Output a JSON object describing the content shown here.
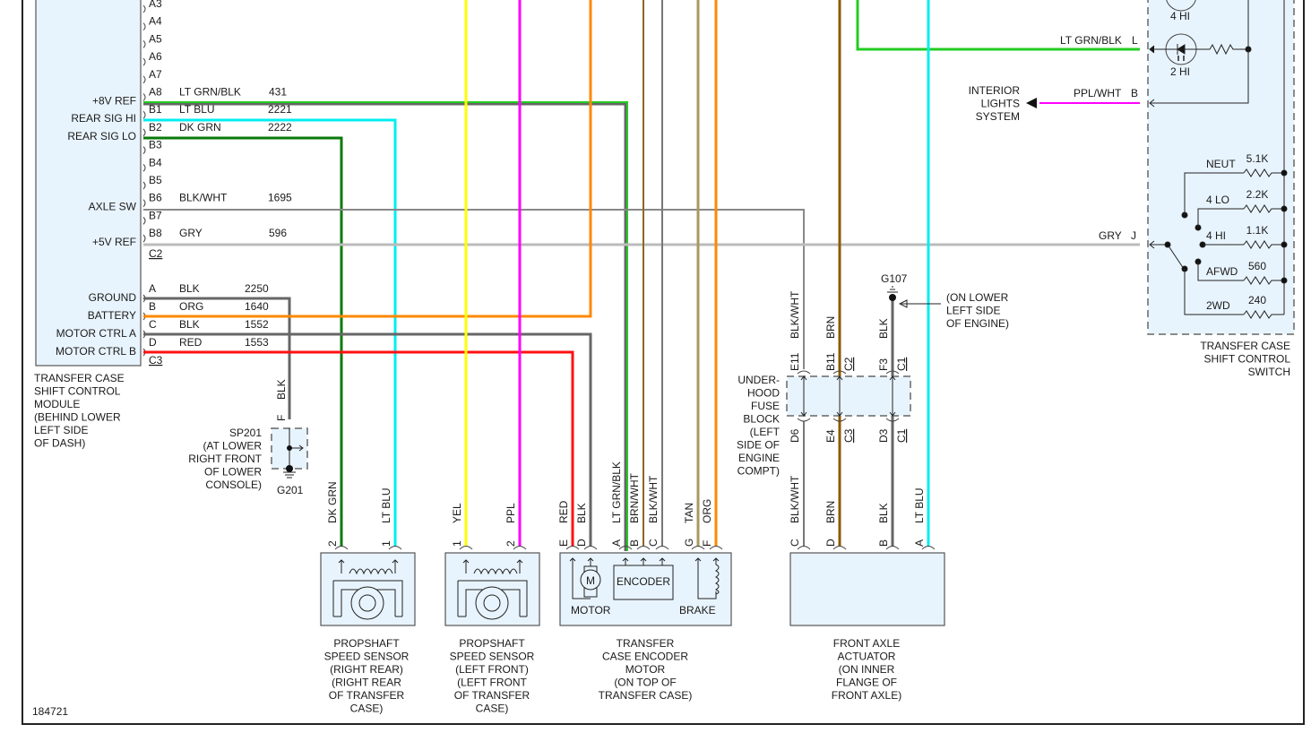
{
  "diagram_id": "184721",
  "colors": {
    "lt_grn": "#22cc22",
    "dk_grn": "#0a7a0a",
    "lt_blu": "#00eeee",
    "blk": "#666666",
    "gry": "#bbbbbb",
    "org": "#ff8800",
    "red": "#ff1111",
    "yel": "#ffff00",
    "ppl": "#ff00ff",
    "brn": "#8a5a00",
    "tan": "#a89860",
    "component_fill": "#e8f4fd"
  },
  "module": {
    "title": [
      "TRANSFER CASE",
      "SHIFT CONTROL",
      "MODULE",
      "(BEHIND LOWER",
      "LEFT SIDE",
      "OF DASH)"
    ],
    "connector_c2_label": "C2",
    "connector_c3_label": "C3",
    "pins_c2": [
      {
        "pin": "A3",
        "signal": "",
        "color": "",
        "circuit": ""
      },
      {
        "pin": "A4",
        "signal": "",
        "color": "",
        "circuit": ""
      },
      {
        "pin": "A5",
        "signal": "",
        "color": "",
        "circuit": ""
      },
      {
        "pin": "A6",
        "signal": "",
        "color": "",
        "circuit": ""
      },
      {
        "pin": "A7",
        "signal": "",
        "color": "",
        "circuit": ""
      },
      {
        "pin": "A8",
        "signal": "+8V REF",
        "color": "LT GRN/BLK",
        "circuit": "431"
      },
      {
        "pin": "B1",
        "signal": "REAR SIG HI",
        "color": "LT BLU",
        "circuit": "2221"
      },
      {
        "pin": "B2",
        "signal": "REAR SIG LO",
        "color": "DK GRN",
        "circuit": "2222"
      },
      {
        "pin": "B3",
        "signal": "",
        "color": "",
        "circuit": ""
      },
      {
        "pin": "B4",
        "signal": "",
        "color": "",
        "circuit": ""
      },
      {
        "pin": "B5",
        "signal": "",
        "color": "",
        "circuit": ""
      },
      {
        "pin": "B6",
        "signal": "AXLE SW",
        "color": "BLK/WHT",
        "circuit": "1695"
      },
      {
        "pin": "B7",
        "signal": "",
        "color": "",
        "circuit": ""
      },
      {
        "pin": "B8",
        "signal": "+5V REF",
        "color": "GRY",
        "circuit": "596"
      }
    ],
    "pins_c3": [
      {
        "pin": "A",
        "signal": "GROUND",
        "color": "BLK",
        "circuit": "2250"
      },
      {
        "pin": "B",
        "signal": "BATTERY",
        "color": "ORG",
        "circuit": "1640"
      },
      {
        "pin": "C",
        "signal": "MOTOR CTRL A",
        "color": "BLK",
        "circuit": "1552"
      },
      {
        "pin": "D",
        "signal": "MOTOR CTRL B",
        "color": "RED",
        "circuit": "1553"
      }
    ]
  },
  "splice": {
    "wire_label": "BLK",
    "pin": "F",
    "title": [
      "SP201",
      "(AT LOWER",
      "RIGHT FRONT",
      "OF LOWER",
      "CONSOLE)"
    ],
    "ground": "G201"
  },
  "sensor_rr": {
    "wires": [
      {
        "pin": "2",
        "color": "DK GRN"
      },
      {
        "pin": "1",
        "color": "LT BLU"
      }
    ],
    "title": [
      "PROPSHAFT",
      "SPEED SENSOR",
      "(RIGHT REAR)",
      "(RIGHT REAR",
      "OF TRANSFER",
      "CASE)"
    ]
  },
  "sensor_lf": {
    "wires": [
      {
        "pin": "1",
        "color": "YEL"
      },
      {
        "pin": "2",
        "color": "PPL"
      }
    ],
    "title": [
      "PROPSHAFT",
      "SPEED SENSOR",
      "(LEFT FRONT)",
      "(LEFT FRONT",
      "OF TRANSFER",
      "CASE)"
    ]
  },
  "encoder_motor": {
    "wires": [
      {
        "pin": "E",
        "color": "RED"
      },
      {
        "pin": "D",
        "color": "BLK"
      },
      {
        "pin": "A",
        "color": "LT GRN/BLK"
      },
      {
        "pin": "B",
        "color": "BRN/WHT"
      },
      {
        "pin": "C",
        "color": "BLK/WHT"
      },
      {
        "pin": "G",
        "color": "TAN"
      },
      {
        "pin": "F",
        "color": "ORG"
      }
    ],
    "motor_symbol": "M",
    "motor_label": "MOTOR",
    "encoder_label": "ENCODER",
    "brake_label": "BRAKE",
    "title": [
      "TRANSFER",
      "CASE ENCODER",
      "MOTOR",
      "(ON TOP OF",
      "TRANSFER CASE)"
    ]
  },
  "fuse_block": {
    "title": [
      "UNDER-",
      "HOOD",
      "FUSE",
      "BLOCK",
      "(LEFT",
      "SIDE OF",
      "ENGINE",
      "COMPT)"
    ],
    "top_wires": [
      {
        "color": "BLK/WHT",
        "pin": "E11",
        "conn": ""
      },
      {
        "color": "BRN",
        "pin": "B11",
        "conn": "C2"
      },
      {
        "color": "BLK",
        "pin": "F3",
        "conn": "C1"
      }
    ],
    "bottom_pins": [
      {
        "pin": "D6",
        "conn": ""
      },
      {
        "pin": "E4",
        "conn": "C3"
      },
      {
        "pin": "D3",
        "conn": "C1"
      }
    ]
  },
  "ground_g107": {
    "label": "G107",
    "location": [
      "(ON LOWER",
      "LEFT SIDE",
      "OF ENGINE)"
    ]
  },
  "front_axle": {
    "wires": [
      {
        "pin": "C",
        "color": "BLK/WHT"
      },
      {
        "pin": "D",
        "color": "BRN"
      },
      {
        "pin": "B",
        "color": "BLK"
      },
      {
        "pin": "A",
        "color": "LT BLU"
      }
    ],
    "title": [
      "FRONT AXLE",
      "ACTUATOR",
      "(ON INNER",
      "FLANGE OF",
      "FRONT AXLE)"
    ]
  },
  "interior_lights": {
    "title": [
      "INTERIOR",
      "LIGHTS",
      "SYSTEM"
    ],
    "wire_color": "PPL/WHT",
    "pin": "B"
  },
  "shift_switch": {
    "title": [
      "TRANSFER CASE",
      "SHIFT CONTROL",
      "SWITCH"
    ],
    "led_labels": [
      "4 HI",
      "2 HI"
    ],
    "pin_l": {
      "color": "LT GRN/BLK",
      "pin": "L"
    },
    "pin_j": {
      "color": "GRY",
      "pin": "J"
    },
    "positions": [
      {
        "name": "NEUT",
        "resistance": "5.1K"
      },
      {
        "name": "4 LO",
        "resistance": "2.2K"
      },
      {
        "name": "4 HI",
        "resistance": "1.1K"
      },
      {
        "name": "AFWD",
        "resistance": "560"
      },
      {
        "name": "2WD",
        "resistance": "240"
      }
    ]
  }
}
